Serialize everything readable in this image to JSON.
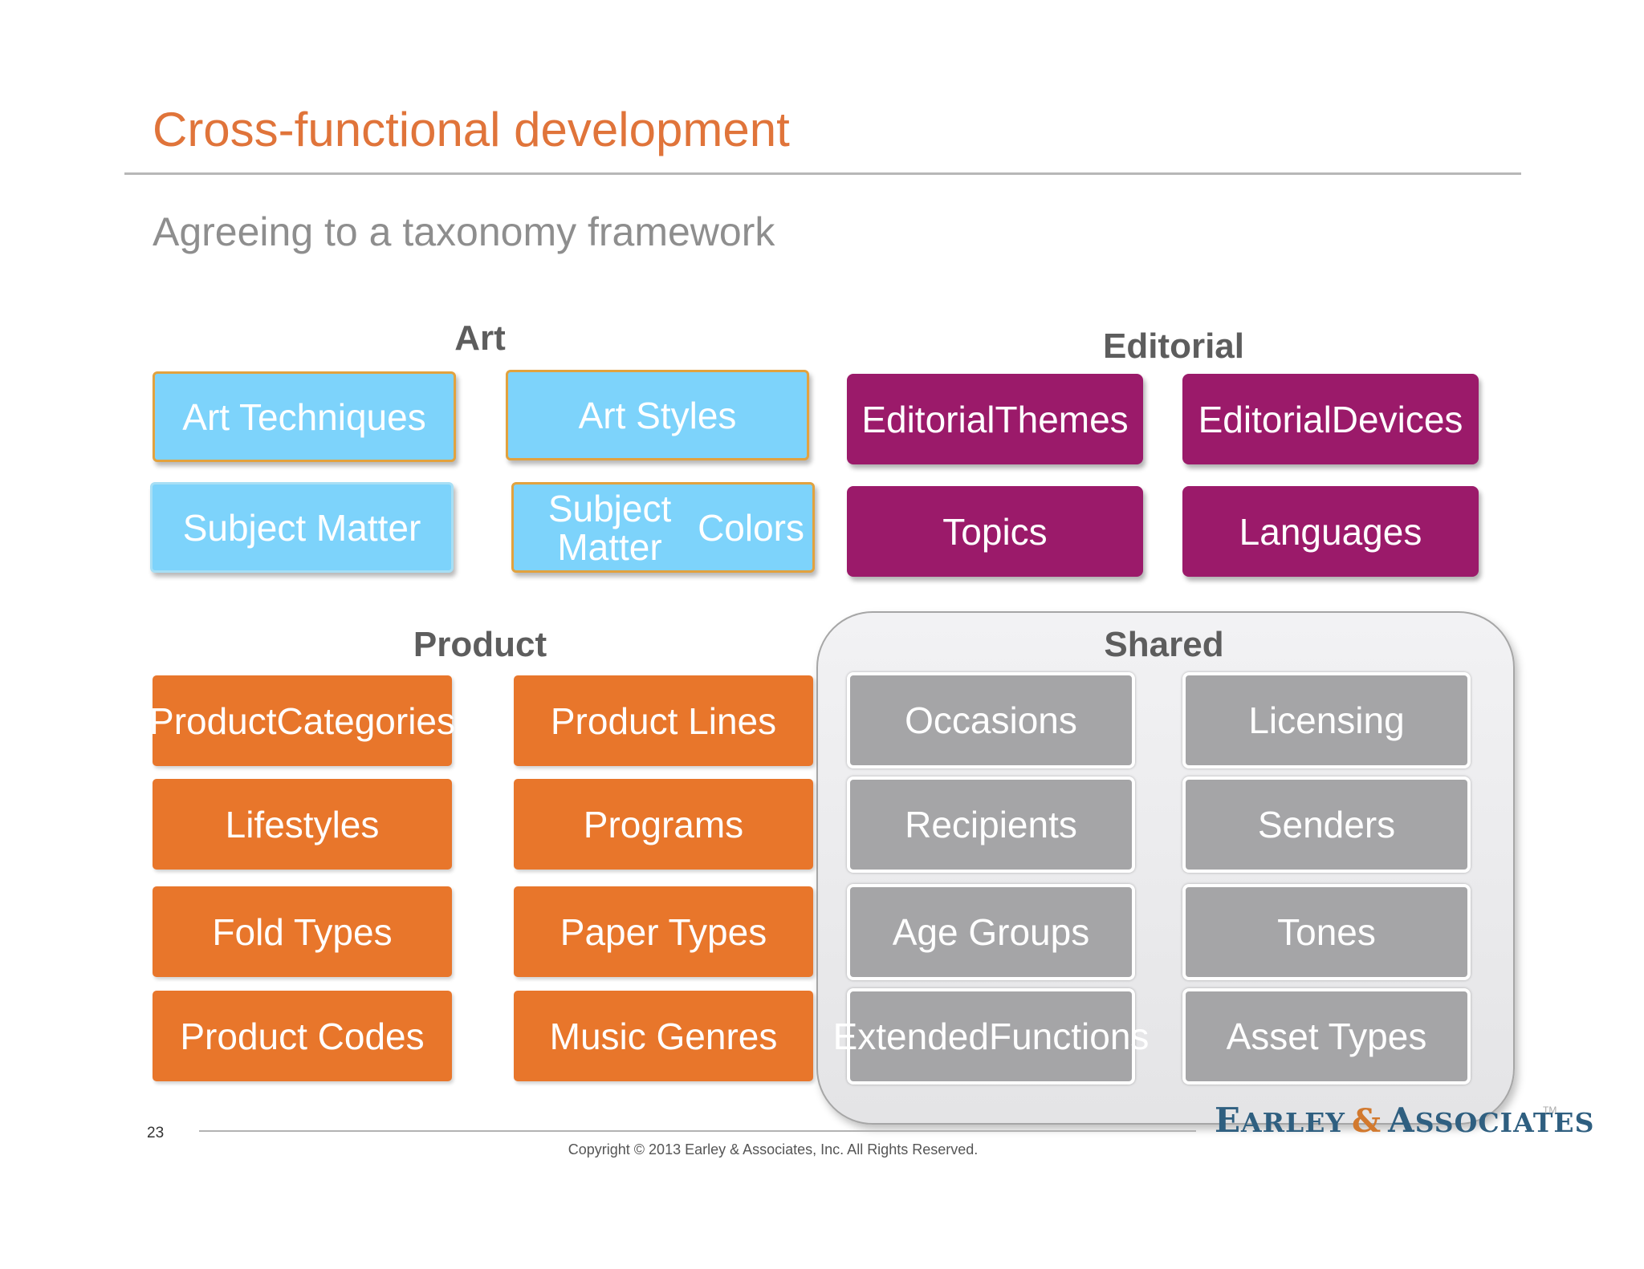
{
  "title": "Cross-functional development",
  "subtitle": "Agreeing to a taxonomy framework",
  "sections": {
    "art": {
      "heading": "Art",
      "items": [
        {
          "lines": [
            "Art Techniques"
          ]
        },
        {
          "lines": [
            "Art Styles"
          ]
        },
        {
          "lines": [
            "Subject Matter"
          ]
        },
        {
          "lines": [
            "Subject Matter",
            "Colors"
          ]
        }
      ]
    },
    "editorial": {
      "heading": "Editorial",
      "items": [
        {
          "lines": [
            "Editorial",
            "Themes"
          ]
        },
        {
          "lines": [
            "Editorial",
            "Devices"
          ]
        },
        {
          "lines": [
            "Topics"
          ]
        },
        {
          "lines": [
            "Languages"
          ]
        }
      ]
    },
    "product": {
      "heading": "Product",
      "items": [
        {
          "lines": [
            "Product",
            "Categories"
          ]
        },
        {
          "lines": [
            "Product Lines"
          ]
        },
        {
          "lines": [
            "Lifestyles"
          ]
        },
        {
          "lines": [
            "Programs"
          ]
        },
        {
          "lines": [
            "Fold Types"
          ]
        },
        {
          "lines": [
            "Paper Types"
          ]
        },
        {
          "lines": [
            "Product Codes"
          ]
        },
        {
          "lines": [
            "Music Genres"
          ]
        }
      ]
    },
    "shared": {
      "heading": "Shared",
      "items": [
        {
          "lines": [
            "Occasions"
          ]
        },
        {
          "lines": [
            "Licensing"
          ]
        },
        {
          "lines": [
            "Recipients"
          ]
        },
        {
          "lines": [
            "Senders"
          ]
        },
        {
          "lines": [
            "Age Groups"
          ]
        },
        {
          "lines": [
            "Tones"
          ]
        },
        {
          "lines": [
            "Extended",
            "Functions"
          ]
        },
        {
          "lines": [
            "Asset Types"
          ]
        }
      ]
    }
  },
  "colors": {
    "title": "#e0743a",
    "art": "#7dd3fb",
    "editorial": "#9b1a6a",
    "product": "#e8762b",
    "shared": "#a5a5a7"
  },
  "footer": {
    "page_number": "23",
    "copyright": "Copyright © 2013 Earley & Associates, Inc. All Rights Reserved."
  },
  "logo": {
    "e": "E",
    "arley": "ARLEY",
    "amp": "&",
    "a": "A",
    "ssociates": "SSOCIATES",
    "tm": "TM"
  }
}
